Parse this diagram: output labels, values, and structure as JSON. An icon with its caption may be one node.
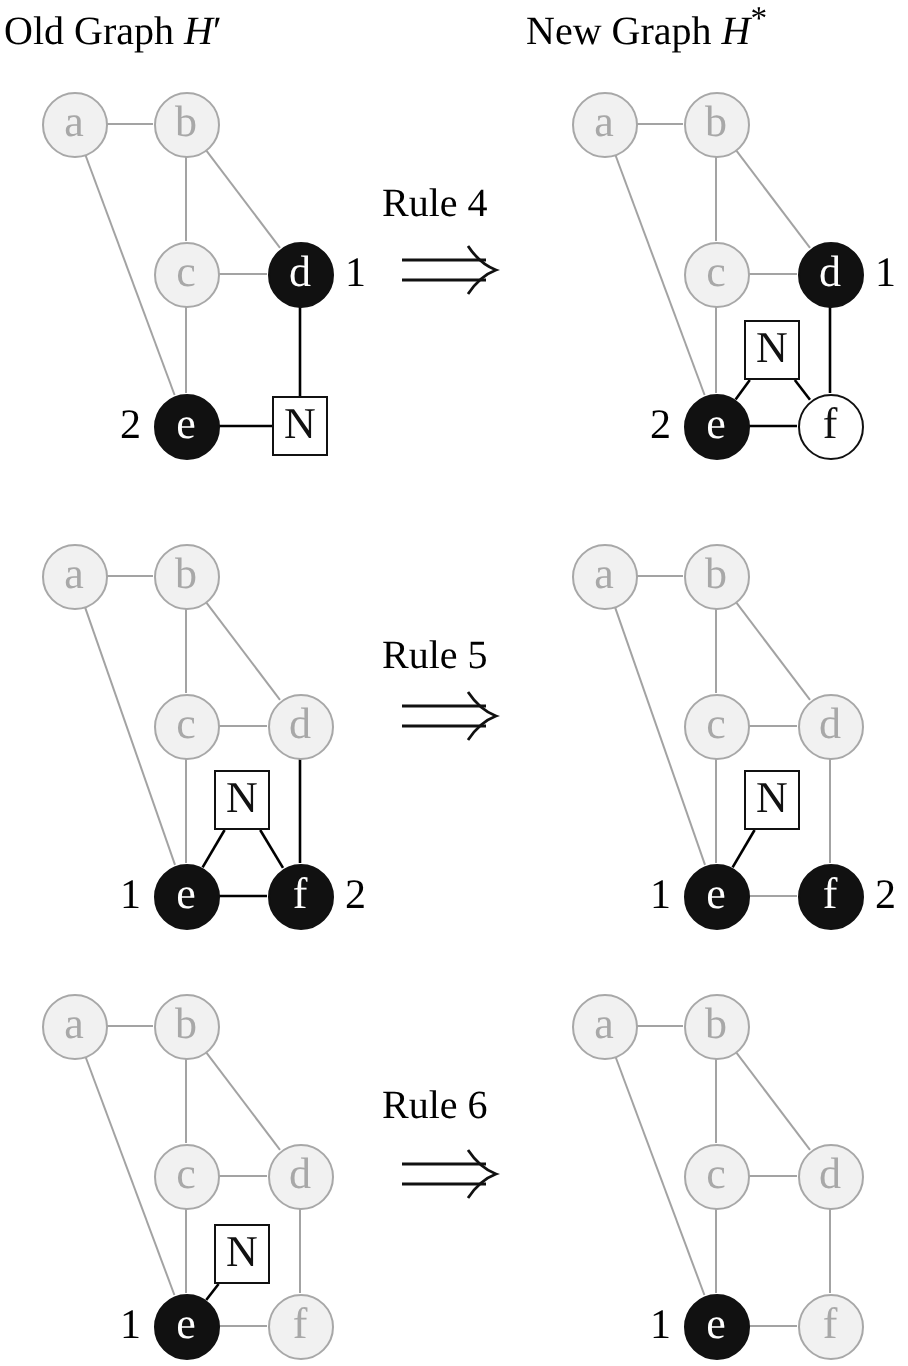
{
  "diagram": {
    "nodes": [
      {
        "text": [
          "a"
        ]
      },
      {
        "text": [
          "b"
        ]
      },
      {
        "text": [
          "c"
        ]
      },
      {
        "text": [
          "d"
        ],
        "beside": [
          "1"
        ]
      },
      {
        "text": [
          "e"
        ],
        "beside": [
          "2"
        ]
      },
      {
        "text": [
          "N"
        ]
      },
      {
        "text": [
          "a"
        ]
      },
      {
        "text": [
          "b"
        ]
      },
      {
        "text": [
          "c"
        ]
      },
      {
        "text": [
          "d"
        ],
        "beside": [
          "1"
        ]
      },
      {
        "text": [
          "N"
        ]
      },
      {
        "text": [
          "e"
        ],
        "beside": [
          "2"
        ]
      },
      {
        "text": [
          "f"
        ]
      },
      {
        "text": [
          "a"
        ]
      },
      {
        "text": [
          "b"
        ]
      },
      {
        "text": [
          "c"
        ]
      },
      {
        "text": [
          "d"
        ]
      },
      {
        "text": [
          "N"
        ]
      },
      {
        "text": [
          "e"
        ],
        "beside": [
          "1"
        ]
      },
      {
        "text": [
          "f"
        ],
        "beside": [
          "2"
        ]
      },
      {
        "text": [
          "a"
        ]
      },
      {
        "text": [
          "b"
        ]
      },
      {
        "text": [
          "c"
        ]
      },
      {
        "text": [
          "d"
        ]
      },
      {
        "text": [
          "N"
        ]
      },
      {
        "text": [
          "e"
        ],
        "beside": [
          "1"
        ]
      },
      {
        "text": [
          "f"
        ],
        "beside": [
          "2"
        ]
      },
      {
        "text": [
          "a"
        ]
      },
      {
        "text": [
          "b"
        ]
      },
      {
        "text": [
          "c"
        ]
      },
      {
        "text": [
          "d"
        ]
      },
      {
        "text": [
          "N"
        ]
      },
      {
        "text": [
          "e"
        ],
        "beside": [
          "1"
        ]
      },
      {
        "text": [
          "f"
        ]
      },
      {
        "text": [
          "a"
        ]
      },
      {
        "text": [
          "b"
        ]
      },
      {
        "text": [
          "c"
        ]
      },
      {
        "text": [
          "d"
        ]
      },
      {
        "text": [
          "e"
        ],
        "beside": [
          "1"
        ]
      },
      {
        "text": [
          "f"
        ]
      }
    ],
    "edges": [
      {
        "from": 0,
        "to": 1,
        "arrow": "none"
      },
      {
        "from": 0,
        "to": 4,
        "arrow": "none"
      },
      {
        "from": 1,
        "to": 2,
        "arrow": "none"
      },
      {
        "from": 1,
        "to": 3,
        "arrow": "none"
      },
      {
        "from": 2,
        "to": 3,
        "arrow": "none"
      },
      {
        "from": 2,
        "to": 4,
        "arrow": "none"
      },
      {
        "from": 3,
        "to": 5,
        "arrow": "none",
        "color": "#000000"
      },
      {
        "from": 4,
        "to": 5,
        "arrow": "none",
        "color": "#000000"
      },
      {
        "from": 6,
        "to": 7,
        "arrow": "none"
      },
      {
        "from": 6,
        "to": 11,
        "arrow": "none"
      },
      {
        "from": 7,
        "to": 8,
        "arrow": "none"
      },
      {
        "from": 7,
        "to": 9,
        "arrow": "none"
      },
      {
        "from": 8,
        "to": 9,
        "arrow": "none"
      },
      {
        "from": 8,
        "to": 11,
        "arrow": "none"
      },
      {
        "from": 9,
        "to": 12,
        "arrow": "none",
        "color": "#000000"
      },
      {
        "from": 11,
        "to": 12,
        "arrow": "none",
        "color": "#000000"
      },
      {
        "from": 11,
        "to": 10,
        "arrow": "none",
        "color": "#000000"
      },
      {
        "from": 10,
        "to": 12,
        "arrow": "none",
        "color": "#000000"
      },
      {
        "from": 13,
        "to": 14,
        "arrow": "none"
      },
      {
        "from": 13,
        "to": 18,
        "arrow": "none"
      },
      {
        "from": 14,
        "to": 15,
        "arrow": "none"
      },
      {
        "from": 14,
        "to": 16,
        "arrow": "none"
      },
      {
        "from": 15,
        "to": 16,
        "arrow": "none"
      },
      {
        "from": 15,
        "to": 18,
        "arrow": "none"
      },
      {
        "from": 16,
        "to": 19,
        "arrow": "none",
        "color": "#000000"
      },
      {
        "from": 18,
        "to": 19,
        "arrow": "none",
        "color": "#000000"
      },
      {
        "from": 18,
        "to": 17,
        "arrow": "none",
        "color": "#000000"
      },
      {
        "from": 17,
        "to": 19,
        "arrow": "none",
        "color": "#000000"
      },
      {
        "from": 20,
        "to": 21,
        "arrow": "none"
      },
      {
        "from": 20,
        "to": 25,
        "arrow": "none"
      },
      {
        "from": 21,
        "to": 22,
        "arrow": "none"
      },
      {
        "from": 21,
        "to": 23,
        "arrow": "none"
      },
      {
        "from": 22,
        "to": 23,
        "arrow": "none"
      },
      {
        "from": 22,
        "to": 25,
        "arrow": "none"
      },
      {
        "from": 23,
        "to": 26,
        "arrow": "none"
      },
      {
        "from": 25,
        "to": 26,
        "arrow": "none"
      },
      {
        "from": 25,
        "to": 24,
        "arrow": "none",
        "color": "#000000"
      },
      {
        "from": 27,
        "to": 28,
        "arrow": "none"
      },
      {
        "from": 27,
        "to": 32,
        "arrow": "none"
      },
      {
        "from": 28,
        "to": 29,
        "arrow": "none"
      },
      {
        "from": 28,
        "to": 30,
        "arrow": "none"
      },
      {
        "from": 29,
        "to": 30,
        "arrow": "none"
      },
      {
        "from": 29,
        "to": 32,
        "arrow": "none"
      },
      {
        "from": 30,
        "to": 33,
        "arrow": "none"
      },
      {
        "from": 32,
        "to": 33,
        "arrow": "none"
      },
      {
        "from": 32,
        "to": 31,
        "arrow": "none",
        "color": "#000000"
      },
      {
        "from": 34,
        "to": 35,
        "arrow": "none"
      },
      {
        "from": 34,
        "to": 38,
        "arrow": "none"
      },
      {
        "from": 35,
        "to": 36,
        "arrow": "none"
      },
      {
        "from": 35,
        "to": 37,
        "arrow": "none"
      },
      {
        "from": 36,
        "to": 37,
        "arrow": "none"
      },
      {
        "from": 36,
        "to": 38,
        "arrow": "none"
      },
      {
        "from": 37,
        "to": 39,
        "arrow": "none"
      },
      {
        "from": 38,
        "to": 39,
        "arrow": "none"
      }
    ],
    "labels": [
      "Old Graph *H*′",
      "New Graph *H*$^{*}$",
      "Rule 4",
      "Rule 5",
      "Rule 6"
    ]
  }
}
